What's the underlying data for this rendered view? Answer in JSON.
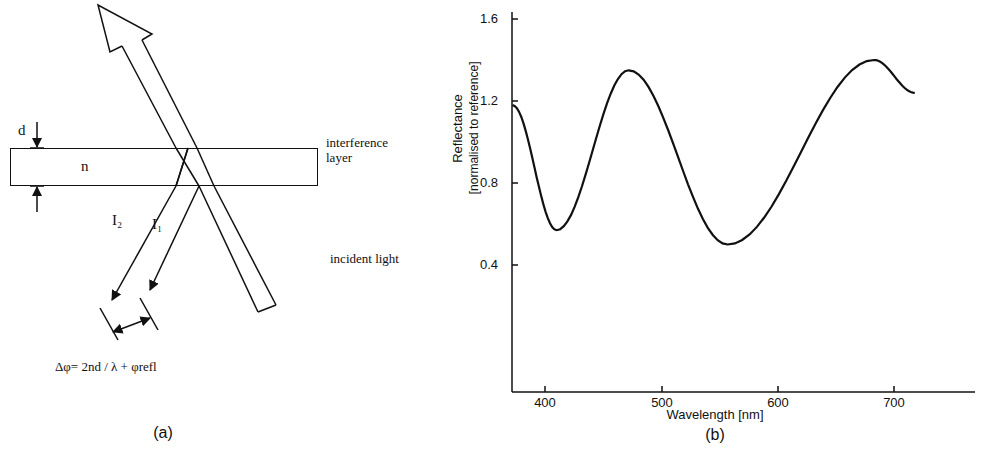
{
  "diagram": {
    "nodes": [
      {
        "text": [
          "n"
        ]
      }
    ],
    "labels": [
      "d",
      "interference layer",
      "I₂",
      "I₁",
      "incident light",
      "Δφ= 2nd / λ + φrefl",
      "(a)",
      "1.6",
      "1.2",
      "0.8",
      "0.4",
      "400",
      "500",
      "600",
      "700",
      "Reflectance",
      "[normalised to reference]",
      "Wavelength [nm]",
      "(b)"
    ]
  }
}
